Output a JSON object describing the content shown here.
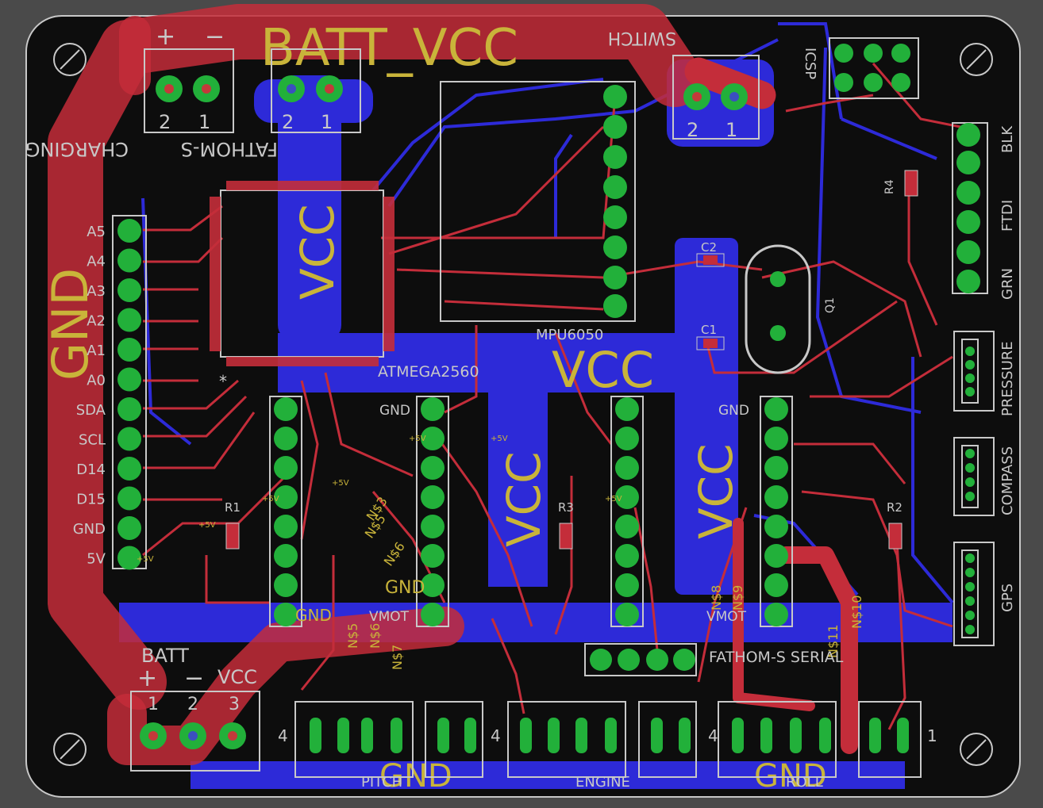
{
  "board": {
    "colors": {
      "background": "#4a4a4a",
      "board": "#0d0d0d",
      "top_copper": "#c42d3a",
      "bottom_copper": "#2d2ad8",
      "pad": "#22b03a",
      "silkscreen": "#c8c8c8",
      "net_label": "#c9b43a"
    }
  },
  "big_labels": {
    "batt_vcc": "BATT_VCC",
    "gnd_left": "GND",
    "vcc_top": "VCC",
    "vcc_center": "VCC",
    "vcc_mid_left": "VCC",
    "vcc_mid_right": "VCC",
    "gnd_bottom_left": "GND",
    "gnd_bottom_right": "GND"
  },
  "components": {
    "atmega": "ATMEGA2560",
    "mpu": "MPU6050",
    "crystal": "Q1",
    "c2": "C2",
    "c1": "C1",
    "r1": "R1",
    "r2": "R2",
    "r3": "R3",
    "r4": "R4",
    "icsp": "ICSP"
  },
  "connectors": {
    "charging": {
      "title": "CHARGING",
      "plus": "+",
      "minus": "−",
      "pin1": "1",
      "pin2": "2"
    },
    "fathom_s": {
      "title": "FATHOM-S",
      "pin1": "1",
      "pin2": "2"
    },
    "switch": {
      "title": "SWITCH",
      "pin1": "1",
      "pin2": "2"
    },
    "batt": {
      "title": "BATT",
      "plus": "+",
      "minus": "−",
      "vcc": "VCC",
      "pin1": "1",
      "pin2": "2",
      "pin3": "3"
    },
    "ftdi": {
      "blk": "BLK",
      "ftdi": "FTDI",
      "grn": "GRN"
    },
    "pressure": "PRESSURE",
    "compass": "COMPASS",
    "gps": "GPS",
    "fathom_serial": "FATHOM-S SERIAL",
    "pitch": "PITCH",
    "engine": "ENGINE",
    "roll": "ROLL",
    "num_4": "4",
    "num_1": "1"
  },
  "left_header_labels": [
    "A5",
    "A4",
    "A3",
    "A2",
    "A1",
    "A0",
    "SDA",
    "SCL",
    "D14",
    "D15",
    "GND",
    "5V"
  ],
  "net_labels": {
    "gnd": "GND",
    "plus5v": "+5V",
    "vmot": "VMOT",
    "n3": "N$3",
    "n5": "N$5",
    "n6": "N$6",
    "n7": "N$7",
    "n8": "N$8",
    "n9": "N$9",
    "n10": "N$10",
    "n11": "N$11"
  }
}
